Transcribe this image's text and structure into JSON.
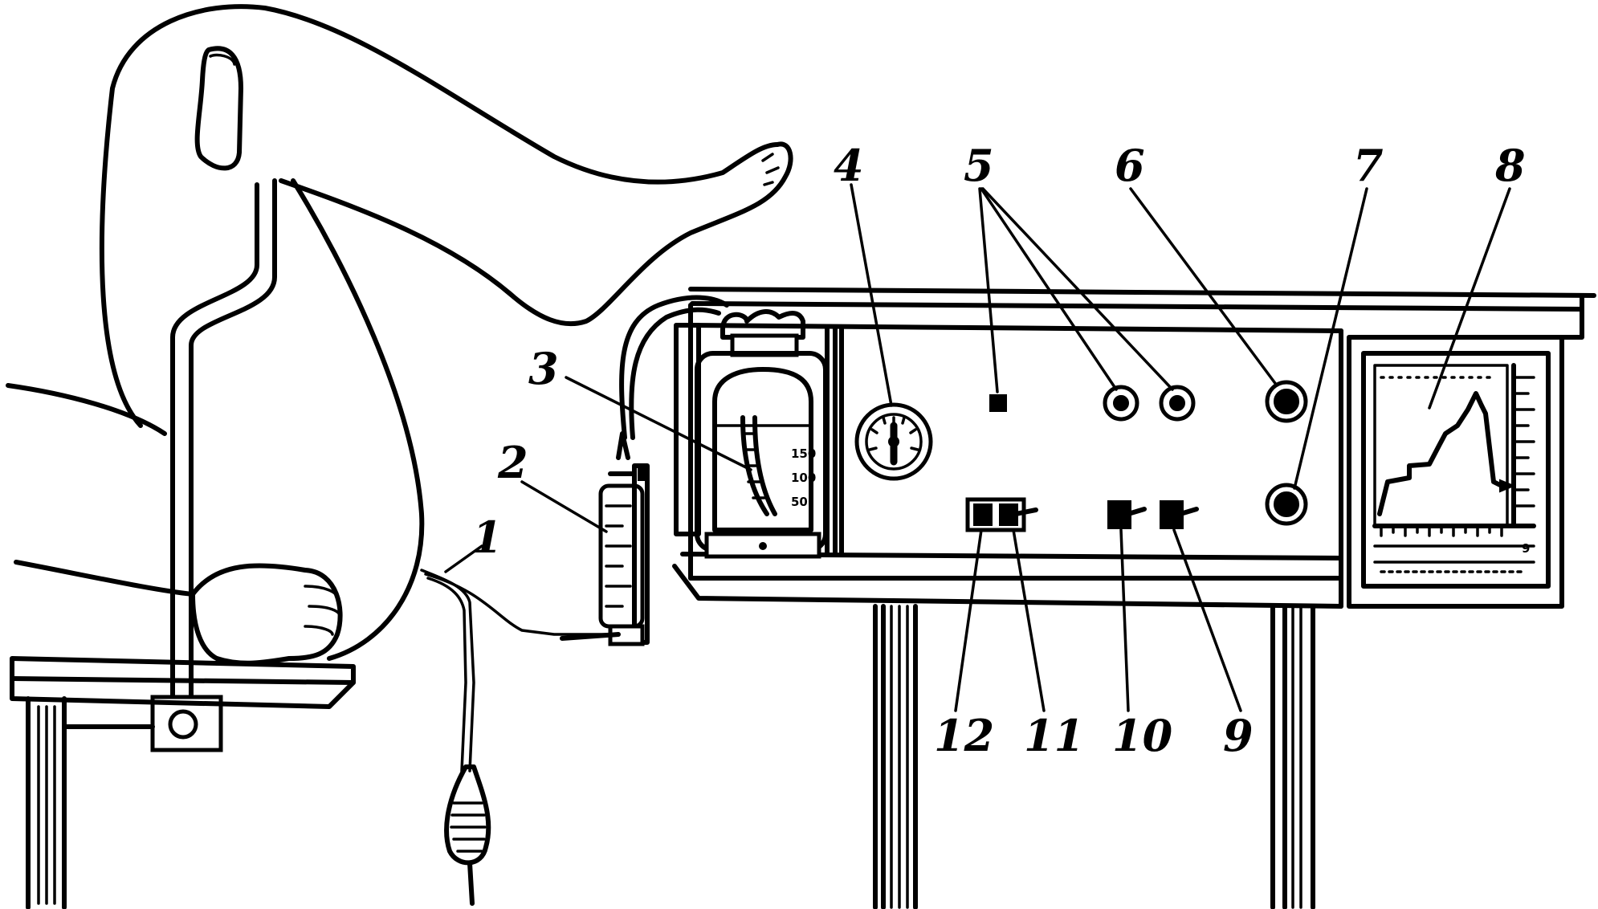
{
  "callouts": [
    {
      "id": "1",
      "label": "1"
    },
    {
      "id": "2",
      "label": "2"
    },
    {
      "id": "3",
      "label": "3"
    },
    {
      "id": "4",
      "label": "4"
    },
    {
      "id": "5",
      "label": "5"
    },
    {
      "id": "6",
      "label": "6"
    },
    {
      "id": "7",
      "label": "7"
    },
    {
      "id": "8",
      "label": "8"
    },
    {
      "id": "9",
      "label": "9"
    },
    {
      "id": "10",
      "label": "10"
    },
    {
      "id": "11",
      "label": "11"
    },
    {
      "id": "12",
      "label": "12"
    }
  ],
  "vessel_scale": [
    "150",
    "100",
    "50"
  ],
  "recorder_corner_mark": "9"
}
